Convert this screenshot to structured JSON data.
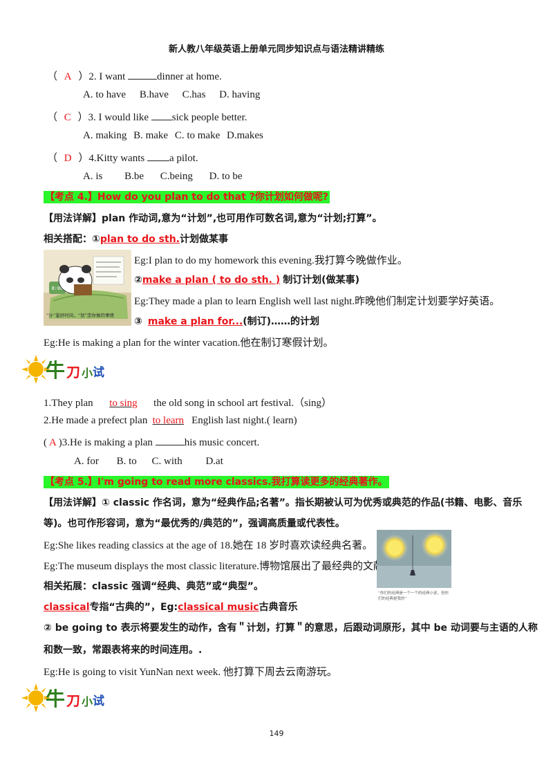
{
  "header": "新人教八年级英语上册单元同步知识点与语法精讲精练",
  "q2": {
    "paren_l": "（",
    "answer": "A",
    "paren_r": "）",
    "stem_a": "2. I want",
    "stem_b": "dinner at home.",
    "options": [
      "A. to have",
      "B.have",
      "C.has",
      "D. having"
    ]
  },
  "q3": {
    "paren_l": "（",
    "answer": "C",
    "paren_r": "）",
    "stem_a": "3. I would like",
    "stem_b": "sick people better.",
    "options": [
      "A. making",
      "B. make",
      "C. to make",
      "D.makes"
    ]
  },
  "q4": {
    "paren_l": "（",
    "answer": "D",
    "paren_r": "）",
    "stem_a": "4.Kitty wants",
    "stem_b": "a pilot.",
    "options": [
      "A. is",
      "B.be",
      "C.being",
      "D. to be"
    ]
  },
  "kp4": {
    "title": "【考点 4.】How do you plan to do that ?你计划如何做呢?",
    "usage": "【用法详解】plan 作动词,意为“计划”,也可用作可数名词,意为“计划;打算”。",
    "collocation_label": "相关搭配：①",
    "c1": "plan to do sth.",
    "c1_meaning": "计划做某事",
    "eg1": "Eg:I plan to do my homework this evening.我打算今晚做作业。",
    "c2_num": "②",
    "c2": "make a plan ( to do sth. )",
    "c2_meaning": "制订计划(做某事)",
    "eg2": "Eg:They made a plan to learn English well last night.昨晚他们制定计划要学好英语。",
    "c3_num": "③",
    "c3": "make a plan for...",
    "c3_meaning": "(制订)……的计划",
    "eg3": "Eg:He is making a plan for the winter vacation.他在制订寒假计划。",
    "img_caption": "“计”鉴好时间，“划”定你做的事情",
    "clock": "8:00"
  },
  "practice_title": {
    "a": "牛",
    "b": "刀",
    "c": "小",
    "d": "试"
  },
  "p1": {
    "a": "1.They plan",
    "ans": "to sing",
    "b": "the old song in school art festival.（sing）"
  },
  "p2": {
    "a": "2.He made a prefect plan",
    "ans": "to learn",
    "b": "English last night.( learn)"
  },
  "p3": {
    "paren_l": "(",
    "answer": "A",
    "paren_r": ")",
    "stem_a": "3.He is making a plan",
    "stem_b": "his music concert.",
    "options": [
      "A. for",
      "B. to",
      "C. with",
      "D.at"
    ]
  },
  "kp5": {
    "title": "【考点 5.】I'm going to read more classics.我打算读更多的经典著作。",
    "usage1": "【用法详解】① classic 作名词，意为“经典作品;名著”。指长期被认可为优秀或典范的作品(书籍、电影、音乐",
    "usage2": "等)。也可作形容词，意为“最优秀的/典范的”，强调高质量或代表性。",
    "eg1": "Eg:She likes reading classics at the age of 18.她在 18 岁时喜欢读经典名著。",
    "eg2": "Eg:The museum displays the most classic literature.博物馆展出了最经典的文献。",
    "ext": "相关拓展：classic 强调“经典、典范”或“典型”。",
    "classical": "classical",
    "classical_mid": "专指“古典的”，Eg:",
    "classical_music": "classical music",
    "classical_end": "古典音乐",
    "be_going1": "② be going to 表示将要发生的动作，含有＂计划，打算＂的意思，后跟动词原形，其中 be 动词要与主语的人称",
    "be_going2": "和数一致，常跟表将来的时间连用。.",
    "eg3": "Eg:He  is going to visit YunNan next week. 他打算下周去云南游玩。",
    "img_caption": "“你们的经典是一个一个的经典小说，但你们的经典是我的”"
  },
  "page_number": "149"
}
